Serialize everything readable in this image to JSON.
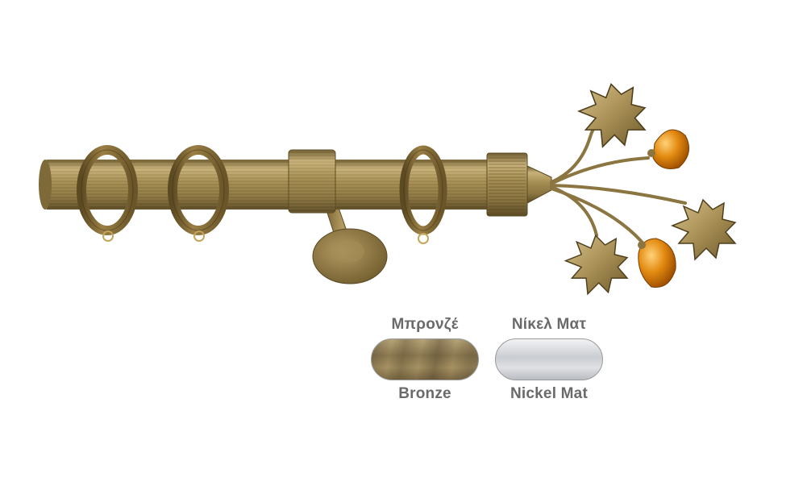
{
  "finishes": {
    "bronze": {
      "label_greek": "Μπρονζέ",
      "label_english": "Bronze",
      "color": "#9a865c"
    },
    "nickel": {
      "label_greek": "Νίκελ Ματ",
      "label_english": "Nickel Mat",
      "color": "#d2d4d8"
    }
  },
  "product": {
    "rod_color": "#a08a4e",
    "leaf_color": "#b59e63",
    "drop_color": "#e08a12",
    "icons": [
      "curtain-ring-icon",
      "leaf-icon",
      "crystal-drop-icon",
      "wall-bracket-icon"
    ]
  }
}
